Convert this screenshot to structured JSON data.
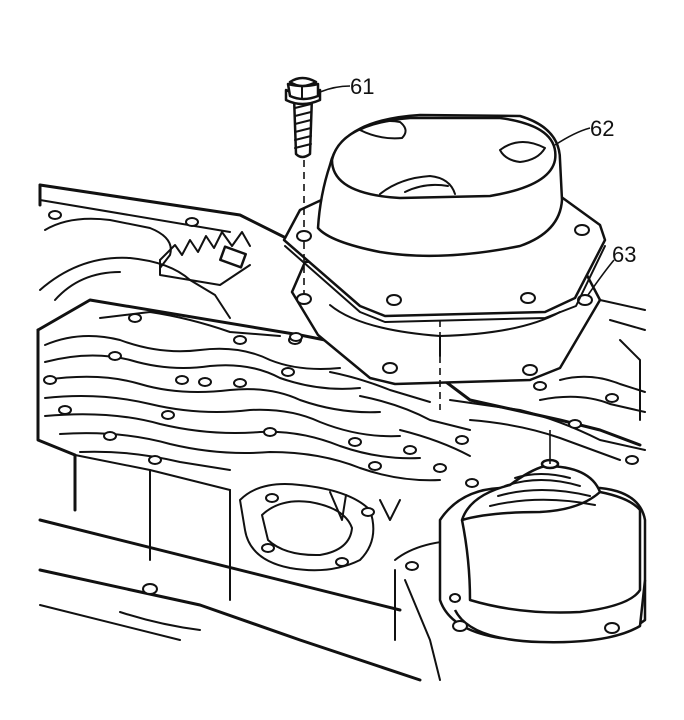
{
  "callouts": {
    "c61": "61",
    "c62": "62",
    "c63": "63"
  }
}
